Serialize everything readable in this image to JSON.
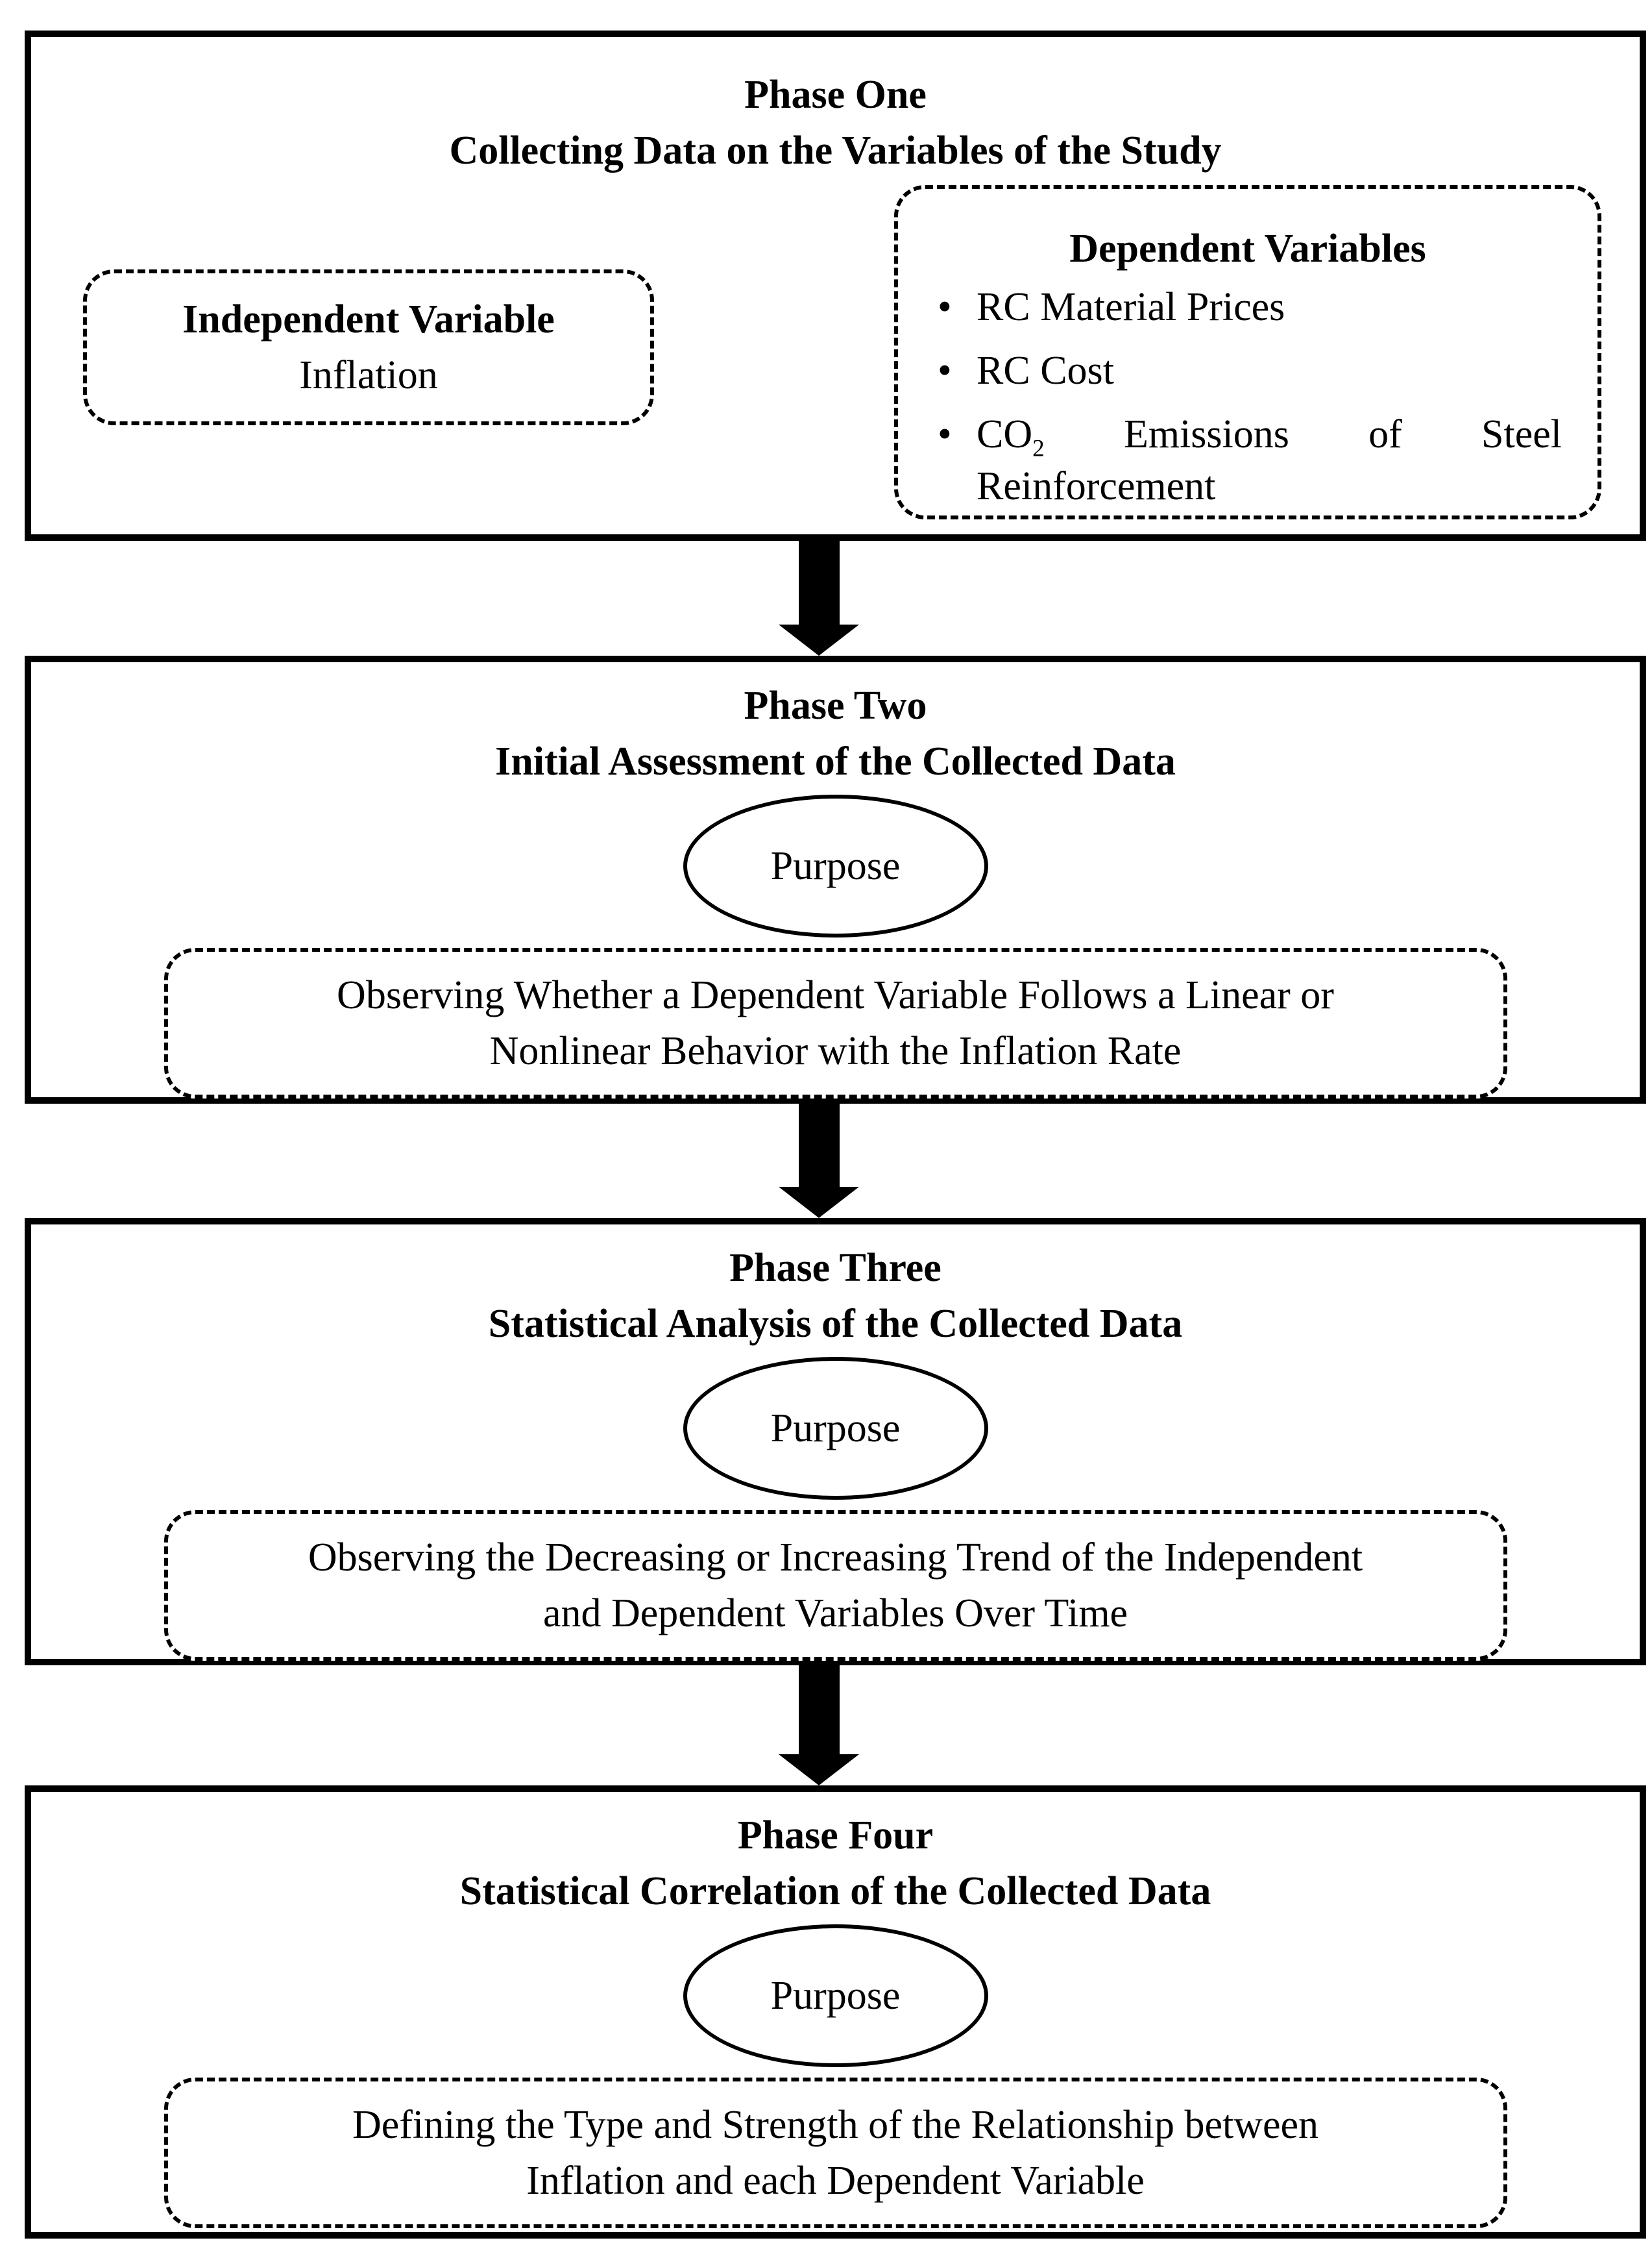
{
  "colors": {
    "ink": "#000000",
    "paper": "#ffffff"
  },
  "bullet_glyph": "•",
  "phases": [
    {
      "title": "Phase One",
      "subtitle": "Collecting Data on the Variables of the Study",
      "independent": {
        "heading": "Independent Variable",
        "value": "Inflation"
      },
      "dependent": {
        "heading": "Dependent Variables",
        "item1": "RC Material Prices",
        "item2": "RC Cost",
        "item3_prefix": "CO",
        "item3_subscript": "2",
        "item3_rest": " Emissions of Steel",
        "item3_wrap": "Reinforcement"
      }
    },
    {
      "title": "Phase Two",
      "subtitle": "Initial Assessment of the Collected Data",
      "purpose_label": "Purpose",
      "purpose_line1": "Observing Whether a Dependent Variable Follows a Linear or",
      "purpose_line2": "Nonlinear Behavior with the Inflation Rate"
    },
    {
      "title": "Phase Three",
      "subtitle": "Statistical Analysis of the Collected Data",
      "purpose_label": "Purpose",
      "purpose_line1": "Observing the Decreasing or Increasing Trend of the Independent",
      "purpose_line2": "and Dependent Variables Over Time"
    },
    {
      "title": "Phase Four",
      "subtitle": "Statistical Correlation of the Collected Data",
      "purpose_label": "Purpose",
      "purpose_line1": "Defining the Type and Strength of the Relationship between",
      "purpose_line2": "Inflation and each Dependent Variable"
    }
  ]
}
